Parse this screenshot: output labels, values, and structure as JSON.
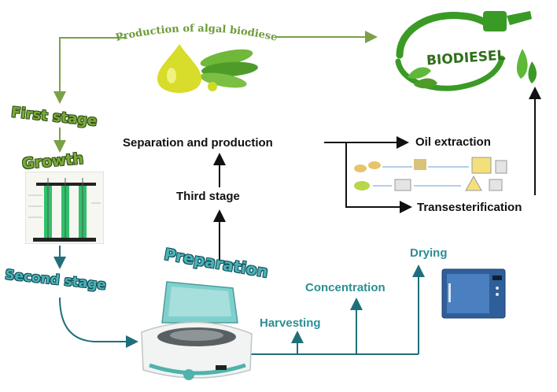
{
  "top_title": "Production of algal biodiesel",
  "biodiesel_logo_text": "BIODIESEL",
  "stages": {
    "first": "First stage",
    "growth": "Growth",
    "second": "Second stage",
    "preparation": "Preparation",
    "third": "Third stage"
  },
  "steps": {
    "separation": "Separation and production",
    "oil_extraction": "Oil extraction",
    "transesterification": "Transesterification",
    "harvesting": "Harvesting",
    "concentration": "Concentration",
    "drying": "Drying"
  },
  "colors": {
    "green_arrow": "#7aa04a",
    "teal_arrow": "#1f6f7a",
    "black_arrow": "#111111",
    "teal_text": "#2a8f94",
    "algae_green": "#4fbf6a"
  }
}
